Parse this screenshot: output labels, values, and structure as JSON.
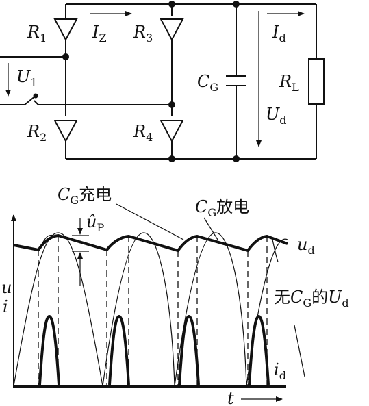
{
  "circuit": {
    "r1": {
      "main": "R",
      "sub": "1"
    },
    "r2": {
      "main": "R",
      "sub": "2"
    },
    "r3": {
      "main": "R",
      "sub": "3"
    },
    "r4": {
      "main": "R",
      "sub": "4"
    },
    "iz": {
      "main": "I",
      "sub": "Z"
    },
    "id": {
      "main": "I",
      "sub": "d"
    },
    "u1": {
      "main": "U",
      "sub": "1"
    },
    "cg": {
      "main": "C",
      "sub": "G"
    },
    "rl": {
      "main": "R",
      "sub": "L"
    },
    "ud": {
      "main": "U",
      "sub": "d"
    }
  },
  "waveform": {
    "charge_label": {
      "main": "C",
      "sub": "G",
      "rest": "充电"
    },
    "discharge_label": {
      "main": "C",
      "sub": "G",
      "rest": "放电"
    },
    "ripple_label": {
      "main": "û",
      "sub": "P"
    },
    "ud_label": {
      "main": "u",
      "sub": "d"
    },
    "no_cg_label": {
      "pre": "无",
      "main": "C",
      "sub": "G",
      "mid": "的",
      "main2": "U",
      "sub2": "d"
    },
    "id_label": {
      "main": "i",
      "sub": "d"
    },
    "axis_u": "u",
    "axis_i": "i",
    "axis_t": "t"
  }
}
